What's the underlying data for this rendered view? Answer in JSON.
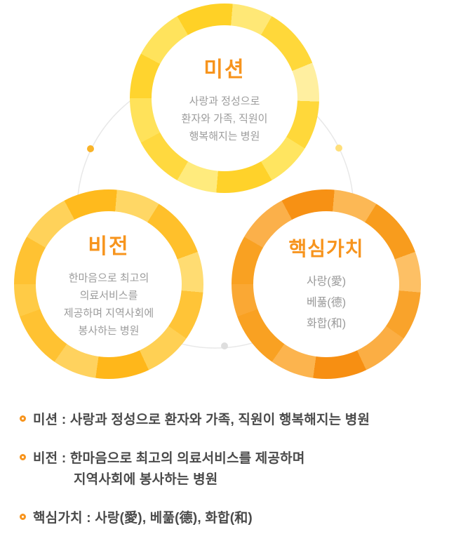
{
  "diagram": {
    "mission": {
      "title": "미션",
      "lines": [
        "사랑과 정성으로",
        "환자와 가족, 직원이",
        "행복해지는 병원"
      ]
    },
    "vision": {
      "title": "비전",
      "lines": [
        "한마음으로 최고의",
        "의료서비스를",
        "제공하며 지역사회에",
        "봉사하는 병원"
      ]
    },
    "values": {
      "title": "핵심가치",
      "lines": [
        "사랑(愛)",
        "베풂(德)",
        "화합(和)"
      ]
    }
  },
  "legend": {
    "items": [
      {
        "text": "미션 : 사랑과 정성으로 환자와 가족, 직원이 행복해지는 병원"
      },
      {
        "text": "비전 : 한마음으로 최고의 의료서비스를 제공하며",
        "text2": "지역사회에 봉사하는 병원"
      },
      {
        "text": "핵심가치 : 사랑(愛), 베풂(德), 화합(和)"
      }
    ]
  },
  "colors": {
    "accent_orange": "#f7941d",
    "ring_mission": "#ffdf4d",
    "ring_vision": "#ffc232",
    "ring_values": "#f9a122",
    "body_gray": "#9c9c9c",
    "legend_text": "#4a4a4a",
    "connector_line": "#e8e8e8"
  }
}
